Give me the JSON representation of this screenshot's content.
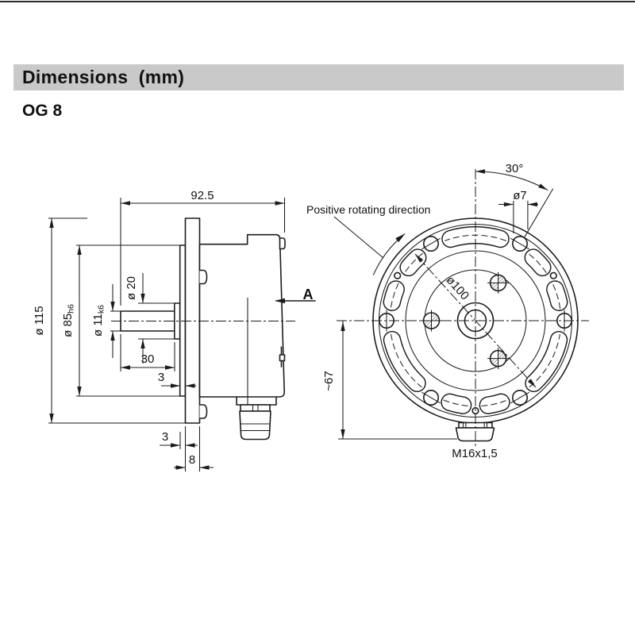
{
  "colors": {
    "header_bar": "#c9c9c9",
    "line": "#1c1c1c",
    "background": "#ffffff"
  },
  "header": {
    "title": "Dimensions  (mm)",
    "model": "OG 8"
  },
  "side_view": {
    "overall_length": "92.5",
    "outer_diameter": "ø 115",
    "spigot_diameter": "ø 85",
    "spigot_tolerance": "h6",
    "shaft_diameter": "ø 11",
    "shaft_tolerance": "k6",
    "collar_diameter": "ø 20",
    "shaft_length": "30",
    "collar_clearance": "3",
    "spigot_depth": "3",
    "flange_thickness": "8",
    "section_label": "A"
  },
  "front_view": {
    "rotation_note": "Positive rotating direction",
    "hole_pitch_angle": "30°",
    "mount_hole_diameter": "ø7",
    "bolt_circle_diameter": "ø100",
    "gland_offset": "~67",
    "gland_thread": "M16x1,5"
  }
}
